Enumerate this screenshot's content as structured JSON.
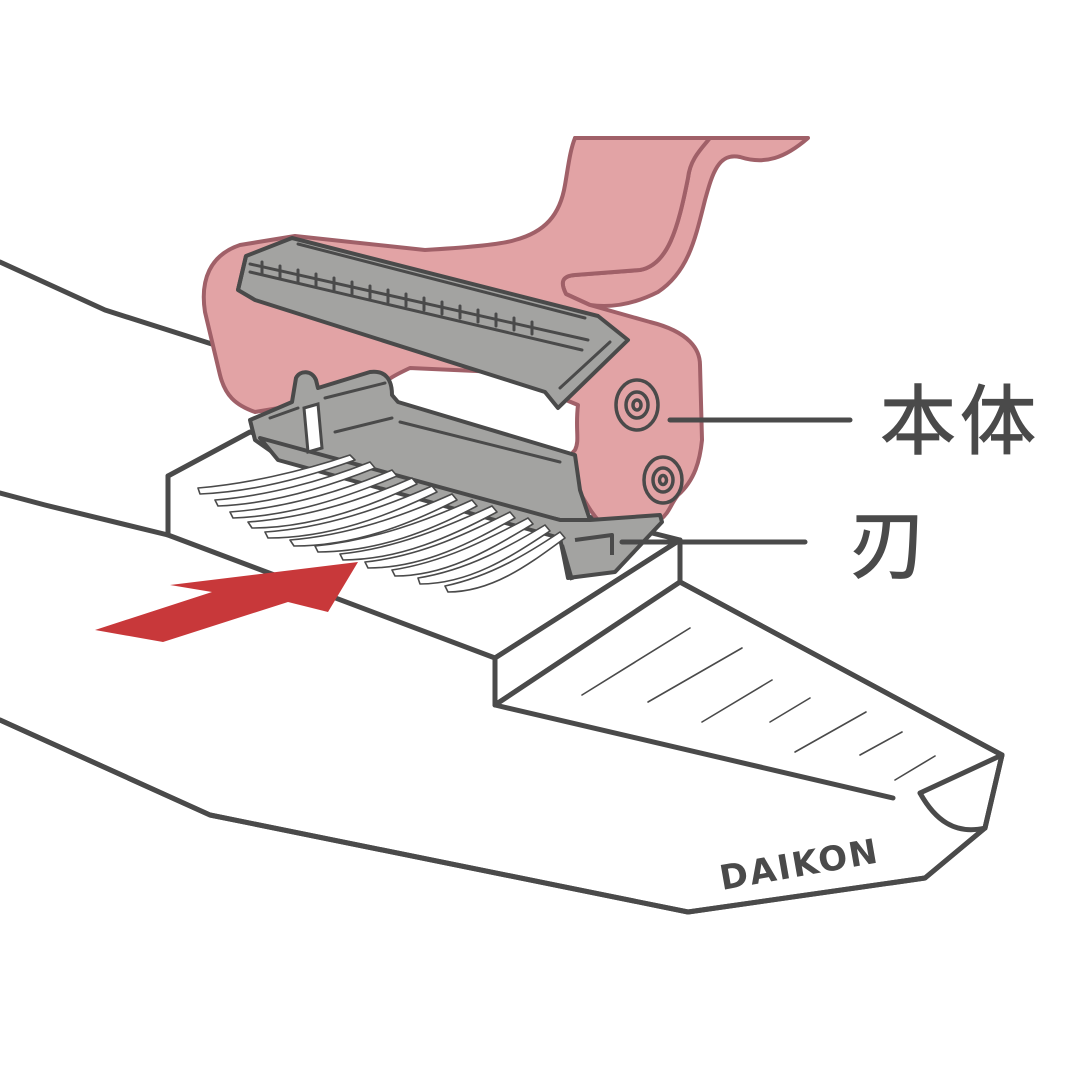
{
  "labels": {
    "body": "本体",
    "blade": "刃",
    "vegetable": "DAIKON"
  },
  "colors": {
    "outline": "#4a4a4a",
    "peeler_body": "#e2a3a5",
    "peeler_outline": "#a06068",
    "blade": "#a3a3a1",
    "arrow": "#c8383a",
    "background": "#ffffff"
  },
  "icons": {
    "arrow": "direction-arrow-icon"
  }
}
